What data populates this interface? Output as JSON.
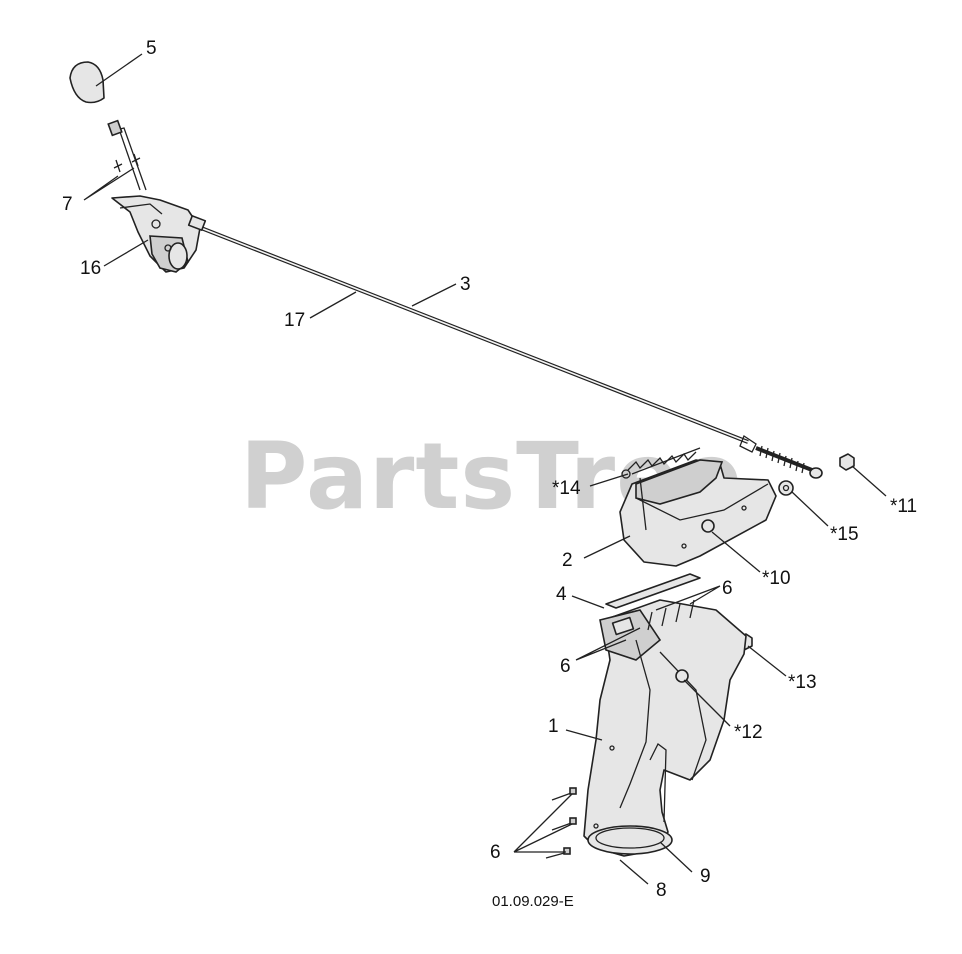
{
  "watermark": "PartsTree",
  "diagram_code": "01.09.029-E",
  "callouts": {
    "c5": "5",
    "c7": "7",
    "c16": "16",
    "c17": "17",
    "c3": "3",
    "c14": "*14",
    "c11": "*11",
    "c15": "*15",
    "c2": "2",
    "c10": "*10",
    "c4": "4",
    "c6_top": "6",
    "c6_mid": "6",
    "c13": "*13",
    "c1": "1",
    "c12": "*12",
    "c6_bottom": "6",
    "c8": "8",
    "c9": "9"
  }
}
